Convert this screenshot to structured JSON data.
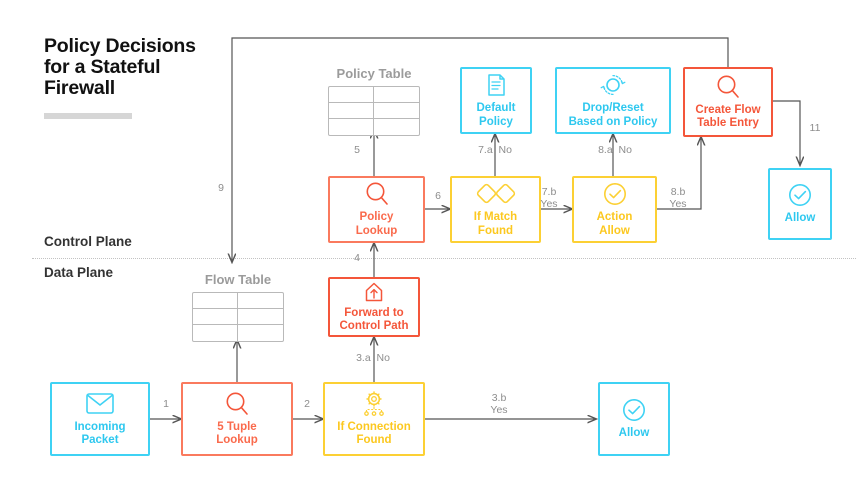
{
  "title": "Policy Decisions\nfor a Stateful\nFirewall",
  "planes": {
    "control": "Control Plane",
    "data": "Data Plane"
  },
  "tables": [
    {
      "name": "policy-table",
      "caption": "Policy Table",
      "rows": 3,
      "cols": 2
    },
    {
      "name": "flow-table",
      "caption": "Flow Table",
      "rows": 3,
      "cols": 2
    }
  ],
  "nodes": [
    {
      "id": "incoming-packet",
      "label": "Incoming\nPacket",
      "icon": "envelope-icon",
      "color": "#3fd2f4",
      "style": "cyan"
    },
    {
      "id": "five-tuple-lookup",
      "label": "5 Tuple\nLookup",
      "icon": "magnifier-icon",
      "color": "#f4563a",
      "style": "salmon"
    },
    {
      "id": "if-connection-found",
      "label": "If Connection\nFound",
      "icon": "gear-nodes-icon",
      "color": "#fcd034",
      "style": "yellow"
    },
    {
      "id": "allow-data",
      "label": "Allow",
      "icon": "check-circle-icon",
      "color": "#3fd2f4",
      "style": "cyan"
    },
    {
      "id": "forward-to-control-path",
      "label": "Forward to\nControl Path",
      "icon": "upload-arrow-icon",
      "color": "#f4563a",
      "style": "red"
    },
    {
      "id": "policy-lookup",
      "label": "Policy\nLookup",
      "icon": "magnifier-icon",
      "color": "#f4563a",
      "style": "salmon"
    },
    {
      "id": "if-match-found",
      "label": "If Match\nFound",
      "icon": "diamonds-icon",
      "color": "#fcd034",
      "style": "yellow"
    },
    {
      "id": "action-allow",
      "label": "Action\nAllow",
      "icon": "check-circle-icon",
      "color": "#fcd034",
      "style": "yellow"
    },
    {
      "id": "default-policy",
      "label": "Default\nPolicy",
      "icon": "document-icon",
      "color": "#3fd2f4",
      "style": "cyan"
    },
    {
      "id": "drop-reset",
      "label": "Drop/Reset\nBased on Policy",
      "icon": "reset-circle-icon",
      "color": "#3fd2f4",
      "style": "cyan"
    },
    {
      "id": "create-flow-entry",
      "label": "Create Flow\nTable Entry",
      "icon": "magnifier-icon",
      "color": "#f4563a",
      "style": "red"
    },
    {
      "id": "allow-control",
      "label": "Allow",
      "icon": "check-circle-icon",
      "color": "#3fd2f4",
      "style": "cyan"
    }
  ],
  "edge_labels": [
    {
      "id": "e1",
      "text": "1"
    },
    {
      "id": "e2",
      "text": "2"
    },
    {
      "id": "e3a",
      "text": "3.a  No"
    },
    {
      "id": "e3b",
      "text": "3.b\nYes"
    },
    {
      "id": "e4",
      "text": "4"
    },
    {
      "id": "e5",
      "text": "5"
    },
    {
      "id": "e6",
      "text": "6"
    },
    {
      "id": "e7a",
      "text": "7.a  No"
    },
    {
      "id": "e7b",
      "text": "7.b\nYes"
    },
    {
      "id": "e8a",
      "text": "8.a  No"
    },
    {
      "id": "e8b",
      "text": "8.b\nYes"
    },
    {
      "id": "e9",
      "text": "9"
    },
    {
      "id": "e11",
      "text": "11"
    }
  ],
  "colors": {
    "cyan": "#3fd2f4",
    "red": "#f4563a",
    "salmon": "#fa7a5e",
    "yellow": "#fcd034",
    "wire": "#555555",
    "muted": "#8d8d8d"
  }
}
